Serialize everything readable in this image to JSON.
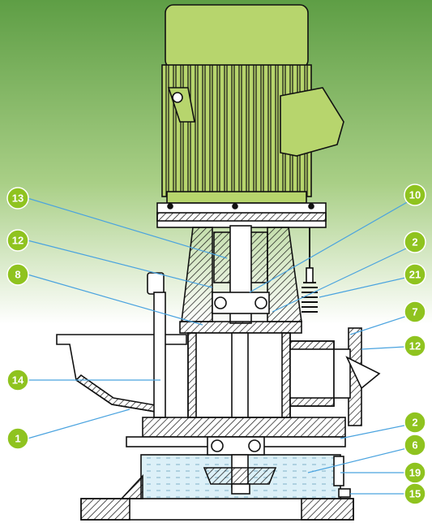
{
  "colors": {
    "accent": "#8fc31f",
    "leader_line": "#4aa3df",
    "motor_fill": "#b7d56d",
    "outline": "#111111",
    "oil": "#d8eef7",
    "background_top": "#6fae4f"
  },
  "callouts": [
    {
      "label": "13",
      "side": "left"
    },
    {
      "label": "12",
      "side": "left"
    },
    {
      "label": "8",
      "side": "left"
    },
    {
      "label": "14",
      "side": "left"
    },
    {
      "label": "1",
      "side": "left"
    },
    {
      "label": "10",
      "side": "right"
    },
    {
      "label": "2",
      "side": "right"
    },
    {
      "label": "21",
      "side": "right"
    },
    {
      "label": "7",
      "side": "right"
    },
    {
      "label": "12",
      "side": "right"
    },
    {
      "label": "2",
      "side": "right"
    },
    {
      "label": "6",
      "side": "right"
    },
    {
      "label": "19",
      "side": "right"
    },
    {
      "label": "15",
      "side": "right"
    }
  ]
}
